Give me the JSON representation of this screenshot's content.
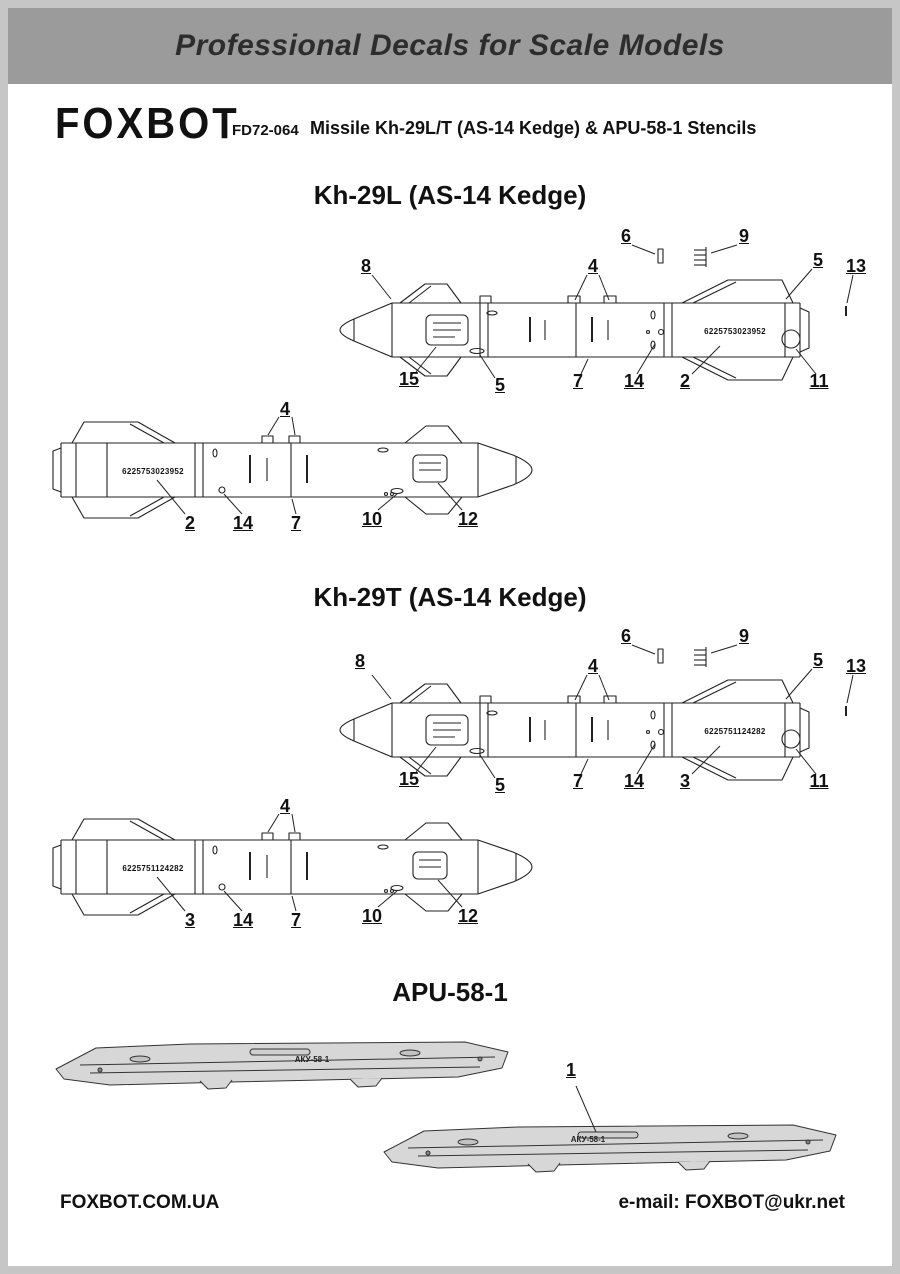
{
  "banner": {
    "title": "Professional Decals for Scale Models"
  },
  "header": {
    "logo": "FOXBOT",
    "product_code": "FD72-064",
    "title": "Missile Kh-29L/T (AS-14 Kedge) & APU-58-1 Stencils"
  },
  "kh29l": {
    "heading": "Kh-29L (AS-14 Kedge)",
    "serial": "6225753023952",
    "top_callouts": [
      "8",
      "6",
      "9",
      "4",
      "5",
      "13",
      "15",
      "5",
      "7",
      "14",
      "2",
      "11"
    ],
    "side_callouts": [
      "4",
      "2",
      "14",
      "7",
      "10",
      "12"
    ]
  },
  "kh29t": {
    "heading": "Kh-29T (AS-14 Kedge)",
    "serial": "6225751124282",
    "top_callouts": [
      "8",
      "6",
      "9",
      "4",
      "5",
      "13",
      "15",
      "5",
      "7",
      "14",
      "3",
      "11"
    ],
    "side_callouts": [
      "4",
      "3",
      "14",
      "7",
      "10",
      "12"
    ]
  },
  "apu": {
    "heading": "APU-58-1",
    "rail_label": "АКУ-58-1",
    "callout": "1"
  },
  "footer": {
    "website": "FOXBOT.COM.UA",
    "email": "e-mail: FOXBOT@ukr.net"
  }
}
